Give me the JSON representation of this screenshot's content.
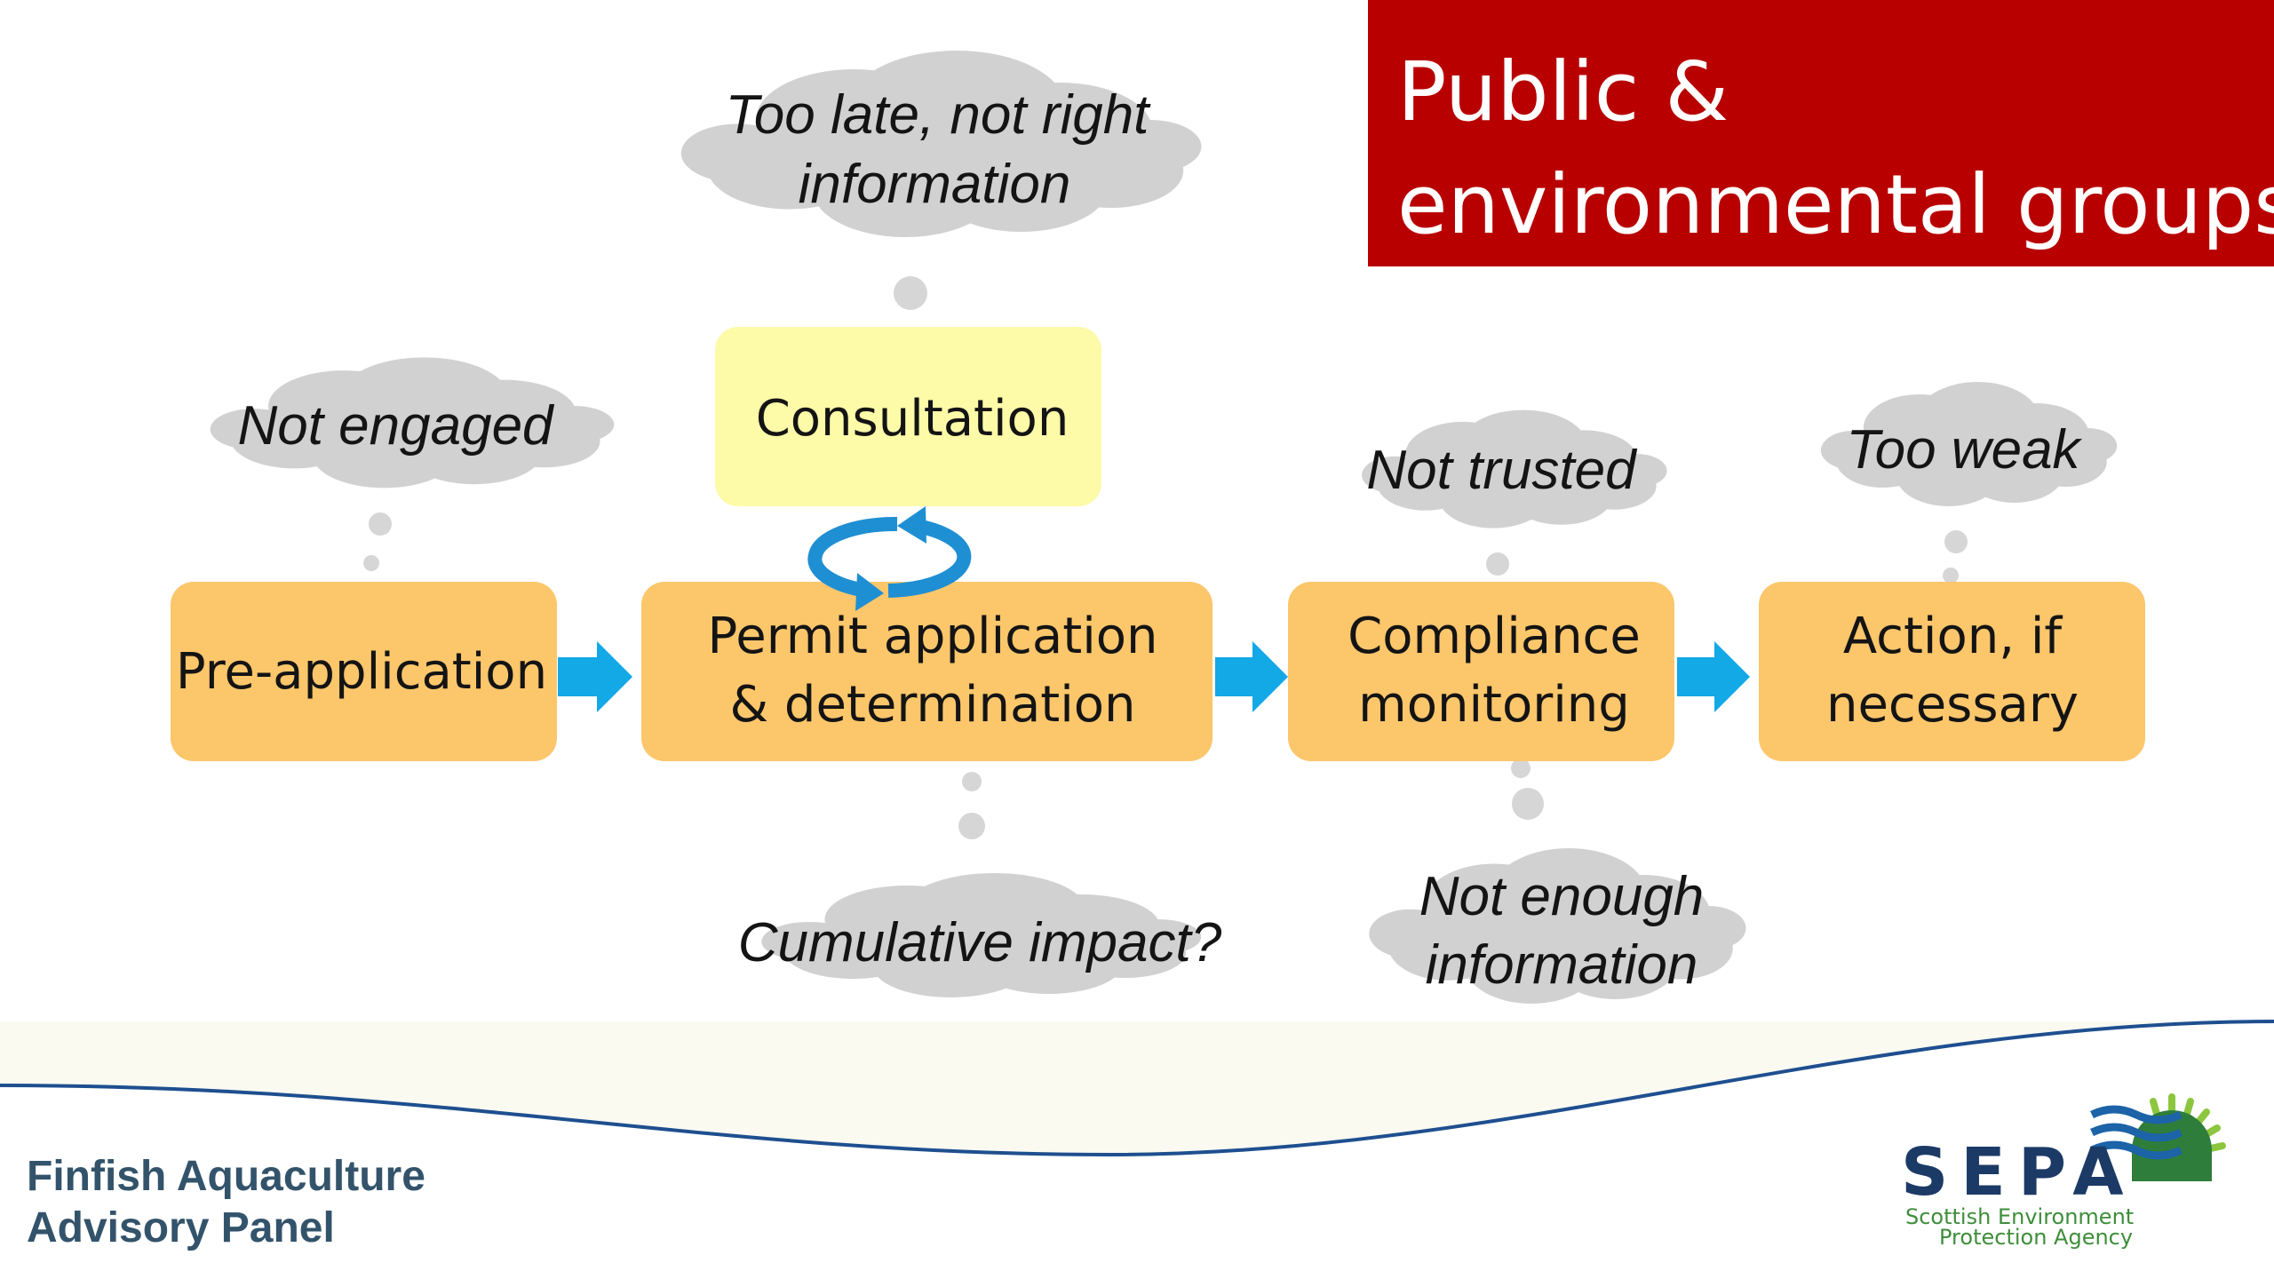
{
  "title": {
    "line1": "Public &",
    "line2": "environmental groups"
  },
  "colors": {
    "title_bg": "#b80000",
    "box_fill": "#fcc66b",
    "consultation_fill": "#fdfaa8",
    "arrow": "#13a8e6",
    "cycle_arrow": "#1f8fd3",
    "cloud": "#d1d1d1",
    "wave": "#1e4f8f"
  },
  "process": {
    "pre_application": {
      "label": "Pre-application"
    },
    "permit": {
      "line1": "Permit application",
      "line2": "& determination"
    },
    "compliance": {
      "line1": "Compliance",
      "line2": "monitoring"
    },
    "action": {
      "line1": "Action, if",
      "line2": "necessary"
    },
    "consultation": {
      "label": "Consultation"
    }
  },
  "clouds": {
    "too_late": {
      "line1": "Too late, not right",
      "line2": "information"
    },
    "not_engaged": {
      "label": "Not engaged"
    },
    "not_trusted": {
      "label": "Not trusted"
    },
    "too_weak": {
      "label": "Too weak"
    },
    "cumulative": {
      "label": "Cumulative impact?"
    },
    "not_enough": {
      "line1": "Not enough",
      "line2": "information"
    }
  },
  "footer": {
    "panel_line1": "Finfish Aquaculture",
    "panel_line2": "Advisory Panel",
    "logo_word": "SEPA",
    "logo_sub1": "Scottish Environment",
    "logo_sub2": "Protection Agency",
    "logo_icon": "sepa-waves-sun-icon"
  }
}
